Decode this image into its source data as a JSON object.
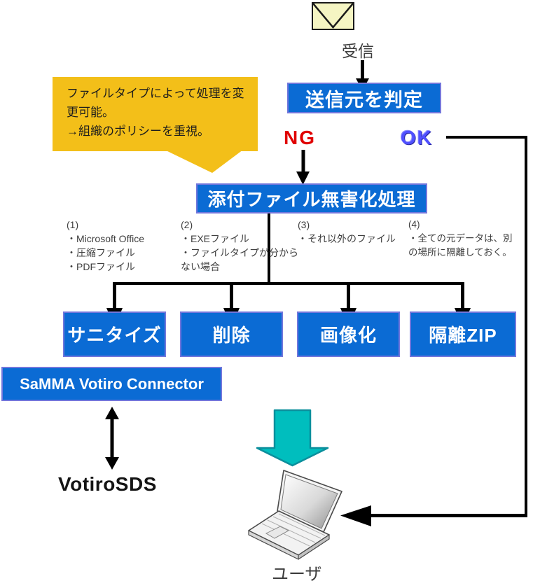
{
  "diagram": {
    "mail": {
      "receive_label": "受信"
    },
    "judge_box_label": "送信元を判定",
    "ng_label": "NG",
    "ok_label": "OK",
    "process_box_label": "添付ファイル無害化処理",
    "note_bubble": {
      "lines": [
        "ファイルタイプによって処理を変",
        "更可能。",
        "→組織のポリシーを重視。"
      ]
    },
    "columns": [
      {
        "no": "(1)",
        "items": [
          "・Microsoft Office",
          "・圧縮ファイル",
          "・PDFファイル"
        ]
      },
      {
        "no": "(2)",
        "items": [
          "・EXEファイル",
          "・ファイルタイプが分から",
          "ない場合"
        ]
      },
      {
        "no": "(3)",
        "items": [
          "・それ以外のファイル"
        ]
      },
      {
        "no": "(4)",
        "items": [
          "・全ての元データは、別",
          "の場所に隔離しておく。"
        ]
      }
    ],
    "action_boxes": [
      "サニタイズ",
      "削除",
      "画像化",
      "隔離ZIP"
    ],
    "connector_box_label": "SaMMA Votiro Connector",
    "engine_label": "VotiroSDS",
    "user_label": "ユーザ",
    "icons": [
      "mail-envelope-icon",
      "big-down-arrow-icon",
      "laptop-icon"
    ],
    "colors": {
      "process_box_fill": "#0b6bd4",
      "process_box_border": "#7277dc",
      "bubble_gold": "#f3bf19",
      "ng_red": "#e00000",
      "ok_blue": "#5050ff",
      "big_arrow_teal": "#00bebe",
      "big_arrow_teal_border": "#0b8f9c",
      "envelope_fill": "#f5f5c3",
      "connector_black": "#000000"
    }
  }
}
